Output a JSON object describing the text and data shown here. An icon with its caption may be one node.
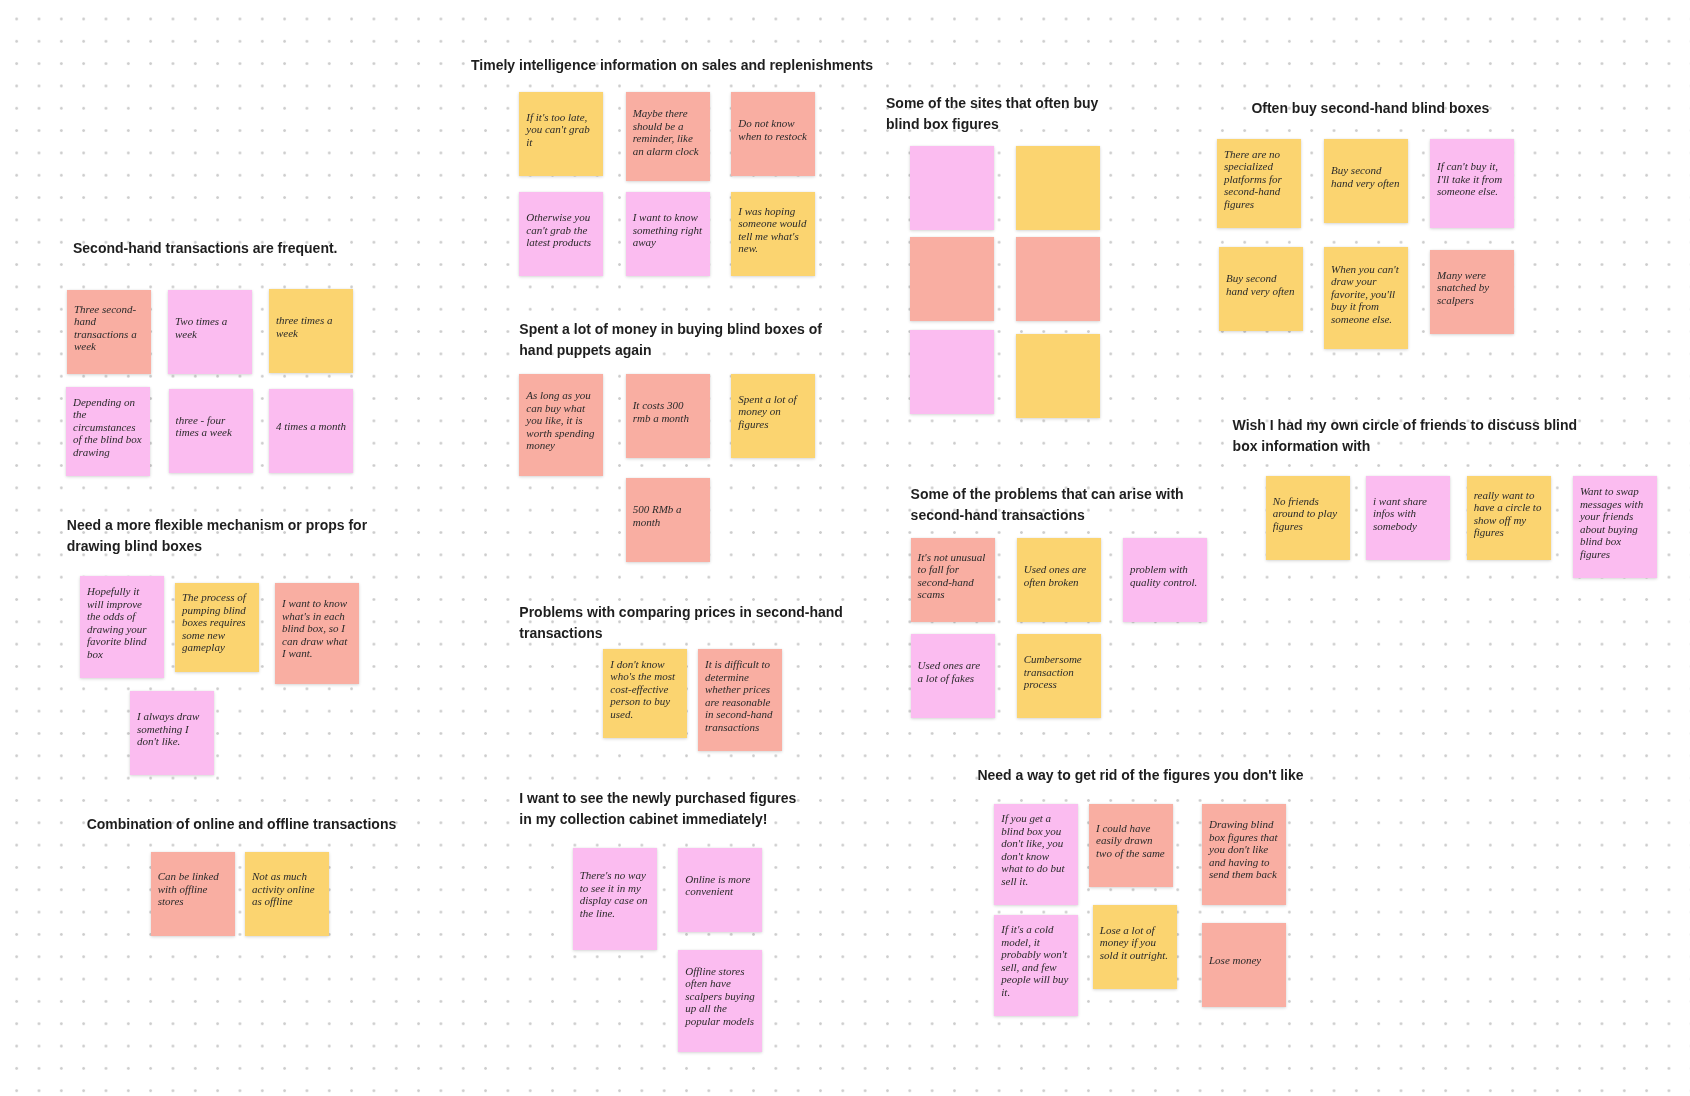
{
  "diagram": {
    "nodes": [
      {
        "text": [
          "Three second-hand transactions a week"
        ]
      },
      {
        "text": [
          "Two times a week"
        ]
      },
      {
        "text": [
          "three times a week"
        ]
      },
      {
        "text": [
          "Depending on the circumstances of the blind box drawing"
        ]
      },
      {
        "text": [
          "three - four times a week"
        ]
      },
      {
        "text": [
          "4 times a month"
        ]
      },
      {
        "text": [
          "Hopefully it will improve the odds of drawing your favorite blind box"
        ]
      },
      {
        "text": [
          "The process of pumping blind boxes requires some new gameplay"
        ]
      },
      {
        "text": [
          "I want to know what's in each blind box, so I can draw what I want."
        ]
      },
      {
        "text": [
          "I always draw something I don't like."
        ]
      },
      {
        "text": [
          "Can be linked with offline stores"
        ]
      },
      {
        "text": [
          "Not as much activity online as offline"
        ]
      },
      {
        "text": [
          "If it's too late, you can't grab it"
        ]
      },
      {
        "text": [
          "Maybe there should be a reminder, like an alarm clock"
        ]
      },
      {
        "text": [
          "Do not know when to restock"
        ]
      },
      {
        "text": [
          "Otherwise you can't grab the latest products"
        ]
      },
      {
        "text": [
          "I want to know something right away"
        ]
      },
      {
        "text": [
          "I was hoping someone would tell me what's new."
        ]
      },
      {
        "text": [
          "As long as you can buy what you like, it is worth spending money"
        ]
      },
      {
        "text": [
          "It costs 300 rmb a month"
        ]
      },
      {
        "text": [
          "Spent a lot of money on figures"
        ]
      },
      {
        "text": [
          "500 RMb a month"
        ]
      },
      {
        "text": [
          "I don't know who's the most cost-effective person to buy used."
        ]
      },
      {
        "text": [
          "It is difficult to determine whether prices are reasonable in second-hand transactions"
        ]
      },
      {
        "text": [
          "There's no way to see it in my display case on the line."
        ]
      },
      {
        "text": [
          "Online is more convenient"
        ]
      },
      {
        "text": [
          "Offline stores often have scalpers buying up all the popular models"
        ]
      },
      {
        "text": [],
        "shape": "box"
      },
      {
        "text": [],
        "shape": "box"
      },
      {
        "text": [],
        "shape": "box"
      },
      {
        "text": [],
        "shape": "box"
      },
      {
        "text": [],
        "shape": "box"
      },
      {
        "text": [],
        "shape": "box"
      },
      {
        "text": [
          "It's not unusual to fall for second-hand scams"
        ]
      },
      {
        "text": [
          "Used ones are often broken"
        ]
      },
      {
        "text": [
          "problem with quality control."
        ]
      },
      {
        "text": [
          "Used ones are a lot of fakes"
        ]
      },
      {
        "text": [
          "Cumbersome transaction process"
        ]
      },
      {
        "text": [
          "If you get a blind box you don't like, you don't know what to do but sell it."
        ]
      },
      {
        "text": [
          "I could have easily drawn two of the same"
        ]
      },
      {
        "text": [
          "Drawing blind box figures that you don't like and having to send them back"
        ]
      },
      {
        "text": [
          "If it's a cold model, it probably won't sell, and few people will buy it."
        ]
      },
      {
        "text": [
          "Lose a lot of money if you sold it outright."
        ]
      },
      {
        "text": [
          "Lose money"
        ]
      },
      {
        "text": [
          "There are no specialized platforms for second-hand figures"
        ]
      },
      {
        "text": [
          "Buy second hand very often"
        ]
      },
      {
        "text": [
          "If can't buy it, I'll take it from someone else."
        ]
      },
      {
        "text": [
          "Buy second hand very often"
        ]
      },
      {
        "text": [
          "When you can't draw your favorite, you'll buy it from someone else."
        ]
      },
      {
        "text": [
          "Many were snatched by scalpers"
        ]
      },
      {
        "text": [
          "No friends around to play figures"
        ]
      },
      {
        "text": [
          "i want share infos with somebody"
        ]
      },
      {
        "text": [
          "really want to have a circle to show off my figures"
        ]
      },
      {
        "text": [
          "Want to swap messages with your friends about buying blind box figures"
        ]
      }
    ],
    "labels": [
      "Second-hand transactions are frequent.",
      "Need a more flexible mechanism or props for drawing blind boxes",
      "Combination of online and offline transactions",
      "Timely intelligence information on sales and replenishments",
      "Spent a lot of money in buying blind boxes of hand puppets again",
      "Problems with comparing prices in second-hand transactions",
      "I want to see the newly purchased figures in my collection cabinet immediately!",
      "Some of the sites that often buy blind box figures",
      "Some of the problems that can arise with second-hand transactions",
      "Need a way to get rid of the figures you don't like",
      "Often buy second-hand blind boxes",
      "Wish I had my own circle of friends to discuss blind box information with"
    ]
  }
}
